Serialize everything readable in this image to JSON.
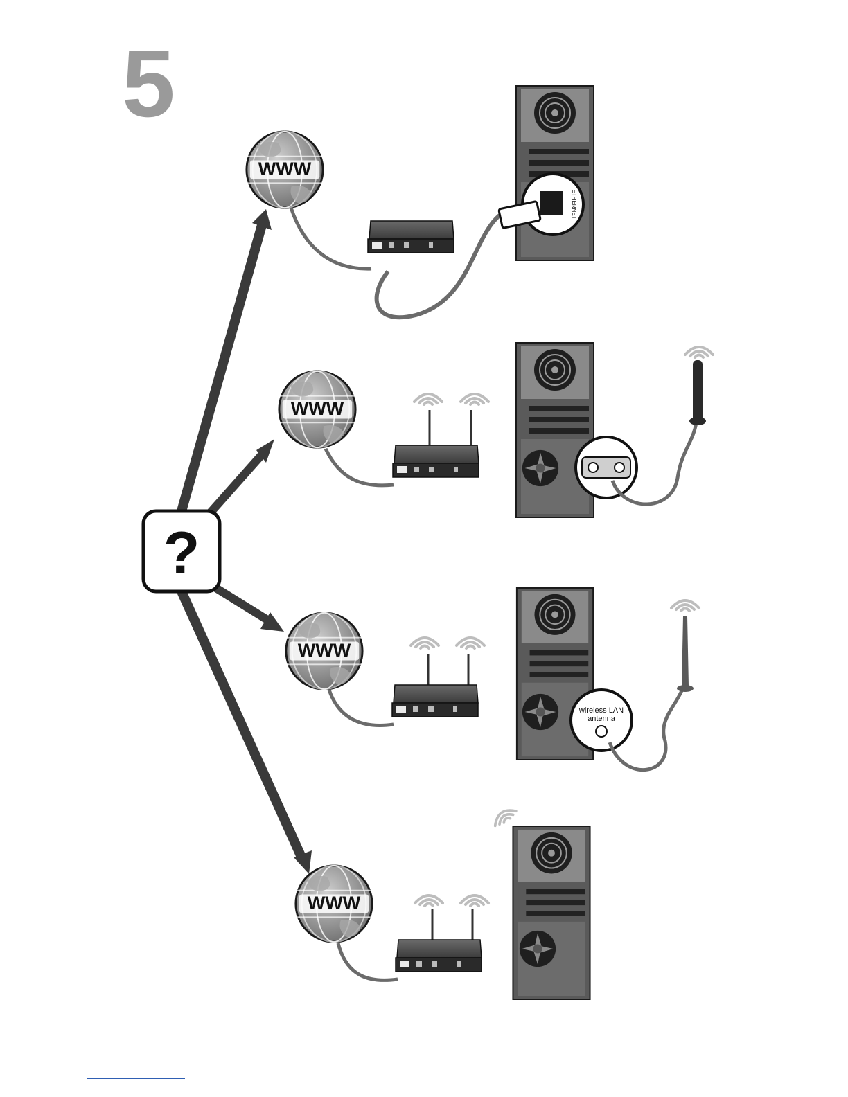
{
  "page": {
    "step_number": "5",
    "footer_rule_color": "#2f5fb3"
  },
  "decision": {
    "symbol": "?",
    "icon": "question-mark-icon"
  },
  "options": [
    {
      "id": "wired-ethernet",
      "globe_label": "WWW",
      "router_type": "wired",
      "port_label": "ETHERNET"
    },
    {
      "id": "wireless-dual-antenna",
      "globe_label": "WWW",
      "router_type": "wireless",
      "antenna_type": "dual-connector"
    },
    {
      "id": "wireless-lan-antenna",
      "globe_label": "WWW",
      "router_type": "wireless",
      "callout_line1": "wireless LAN",
      "callout_line2": "antenna"
    },
    {
      "id": "wireless-builtin",
      "globe_label": "WWW",
      "router_type": "wireless",
      "antenna_type": "built-in"
    }
  ],
  "colors": {
    "arrow": "#3a3a3a",
    "cable": "#6b6b6b",
    "globe": "#8d8d8d",
    "tower": "#5a5a5a",
    "signal": "#bdbdbd"
  }
}
